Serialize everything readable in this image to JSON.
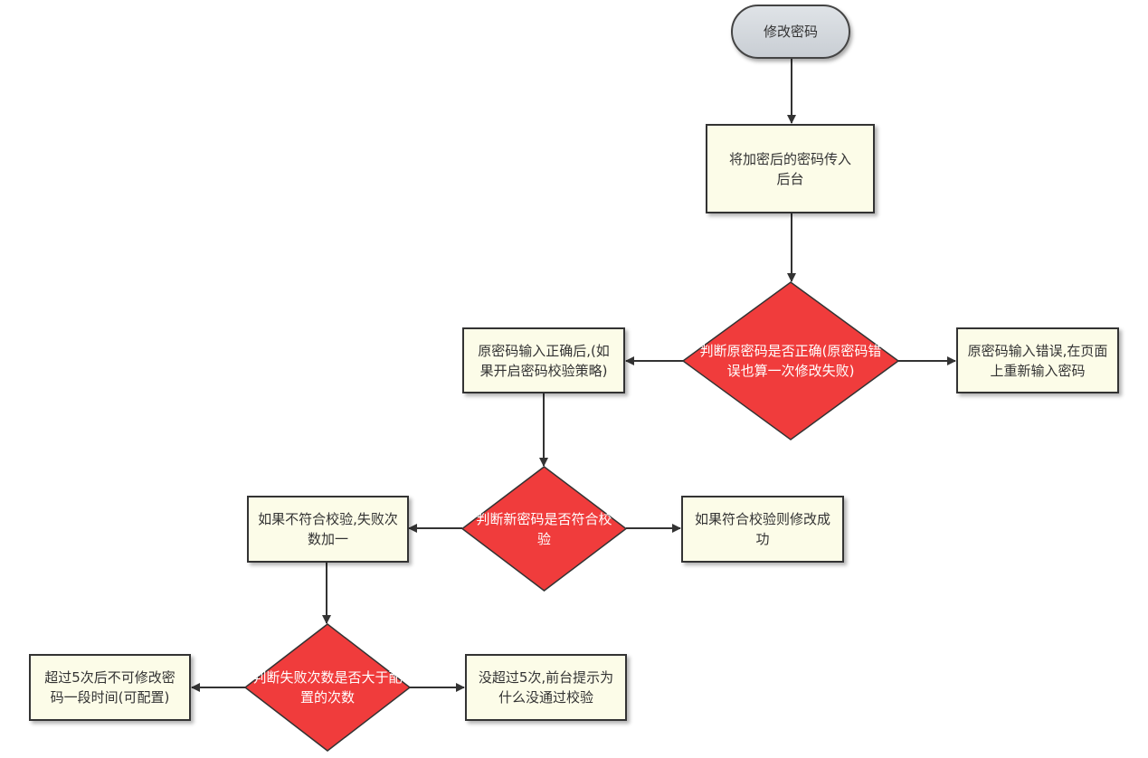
{
  "nodes": {
    "start": "修改密码",
    "send_to_backend": "将加密后的密码传入后台",
    "check_old_password": "判断原密码是否正确(原密码错误也算一次修改失败)",
    "old_password_correct": "原密码输入正确后,(如果开启密码校验策略)",
    "old_password_wrong": "原密码输入错误,在页面上重新输入密码",
    "check_new_password": "判断新密码是否符合校验",
    "not_compliant": "如果不符合校验,失败次数加一",
    "compliant": "如果符合校验则修改成功",
    "check_fail_count": "判断失败次数是否大于配置的次数",
    "exceeded": "超过5次后不可修改密码一段时间(可配置)",
    "not_exceeded": "没超过5次,前台提示为什么没通过校验"
  },
  "colors": {
    "process_fill": "#fcfce8",
    "decision_fill": "#f03c3c",
    "start_fill": "#d5d9de",
    "line": "#333333"
  }
}
